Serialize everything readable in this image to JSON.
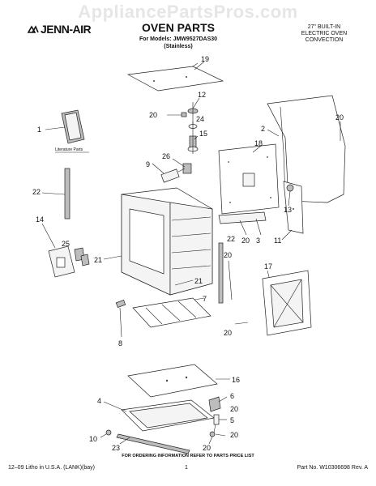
{
  "watermark": "AppliancePartsPros.com",
  "brand": "JENN-AIR",
  "title": "OVEN PARTS",
  "models_line": "For Models: JMW9527DAS30",
  "models_finish": "(Stainless)",
  "spec_lines": [
    "27\" BUILT-IN",
    "ELECTRIC OVEN",
    "CONVECTION"
  ],
  "literature_label": "Literature Parts",
  "callouts": {
    "c1": "1",
    "c2": "2",
    "c3": "3",
    "c4": "4",
    "c5": "5",
    "c6": "6",
    "c7": "7",
    "c8": "8",
    "c9": "9",
    "c10": "10",
    "c11": "11",
    "c12": "12",
    "c13": "13",
    "c14": "14",
    "c15": "15",
    "c16": "16",
    "c17": "17",
    "c18": "18",
    "c19": "19",
    "c20": "20",
    "c21": "21",
    "c22": "22",
    "c23": "23",
    "c24": "24",
    "c25": "25",
    "c26": "26"
  },
  "footer_note": "FOR ORDERING INFORMATION REFER TO PARTS PRICE LIST",
  "footer_left": "12–09 Litho in U.S.A. (LANK)(bay)",
  "footer_page": "1",
  "footer_right": "Part No. W10306698 Rev. A"
}
